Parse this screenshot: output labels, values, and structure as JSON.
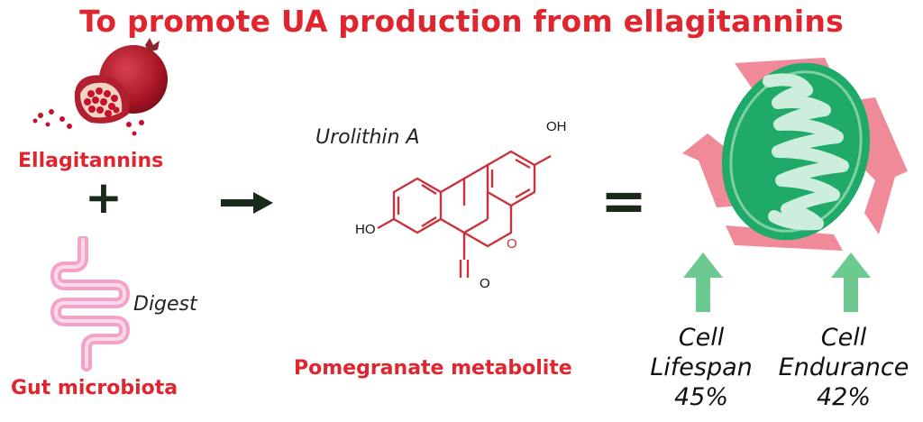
{
  "title": "To promote UA production from ellagitannins",
  "source": {
    "ellagitannins_label": "Ellagitannins",
    "plus_symbol": "+",
    "digest_label": "Digest",
    "gut_label": "Gut microbiota"
  },
  "molecule": {
    "name": "Urolithin A",
    "oh_label_top": "OH",
    "ho_label_left": "HO",
    "ring_o_label": "O",
    "carbonyl_o_label": "O",
    "caption": "Pomegranate metabolite"
  },
  "equals_symbol": "=",
  "outcomes": [
    {
      "line1": "Cell",
      "line2": "Lifespan",
      "value": "45%"
    },
    {
      "line1": "Cell",
      "line2": "Endurance",
      "value": "42%"
    }
  ],
  "colors": {
    "title_red": "#e0252f",
    "molecule_red": "#c8323c",
    "gut_pink": "#f2a3c7",
    "recycle_pink": "#f08a99",
    "mito_green": "#1faa6a",
    "mito_light": "#cdeedd",
    "arrow_green": "#6cc990",
    "arrow_dark": "#1a2a1a"
  }
}
